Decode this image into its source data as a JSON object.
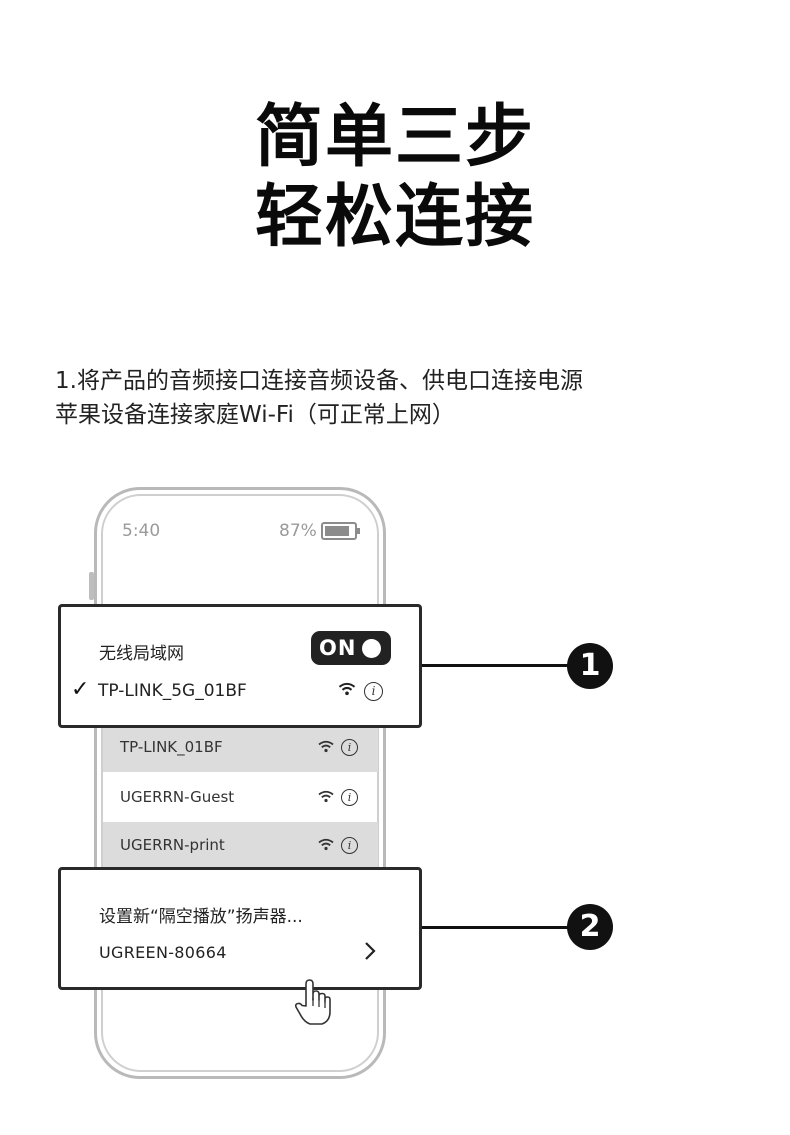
{
  "headline": {
    "line1": "简单三步",
    "line2": "轻松连接"
  },
  "instruction": {
    "line1": "1.将产品的音频接口连接音频设备、供电口连接电源",
    "line2": "苹果设备连接家庭Wi-Fi（可正常上网）"
  },
  "phone": {
    "status_time": "5:40",
    "battery_text": "87%",
    "battery_level": 0.87
  },
  "wifi_panel": {
    "title": "无线局域网",
    "toggle_label": "ON",
    "connected_network": "TP-LINK_5G_01BF",
    "check_icon": "check-icon"
  },
  "networks": [
    {
      "name": "TP-LINK_01BF"
    },
    {
      "name": "UGERRN-Guest"
    },
    {
      "name": "UGERRN-print"
    }
  ],
  "airplay_panel": {
    "title": "设置新“隔空播放”扬声器...",
    "device": "UGREEN-80664"
  },
  "steps": {
    "step1": "1",
    "step2": "2"
  },
  "colors": {
    "accent": "#111111",
    "row_gray": "#dcdcdc",
    "phone_frame": "#b9b9b9"
  }
}
